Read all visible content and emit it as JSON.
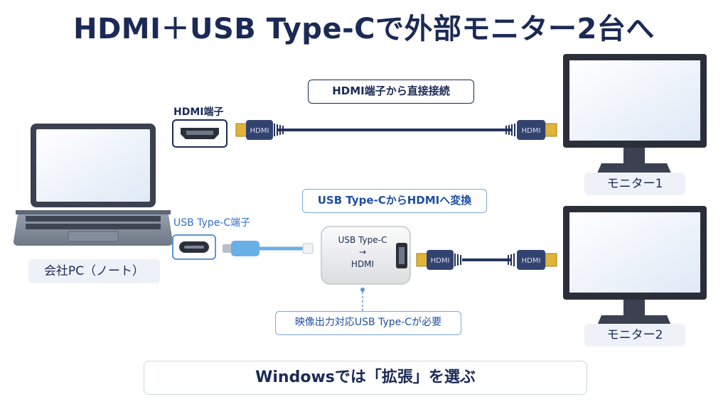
{
  "title": "HDMI＋USB Type-Cで外部モニター2台へ",
  "hdmi_port_label": "HDMI端子",
  "usbc_port_label": "USB Type-C端子",
  "hdmi_direct_label": "HDMI端子から直接接続",
  "usbc_convert_label": "USB Type-CからHDMIへ変換",
  "adapter": {
    "line1": "USB Type-C",
    "line2": "→",
    "line3": "HDMI"
  },
  "requirement_note": "映像出力対応USB Type-Cが必要",
  "connector_text": "HDMI",
  "laptop_label": "会社PC（ノート）",
  "monitor1_label": "モニター1",
  "monitor2_label": "モニター2",
  "footer_instruction": "Windowsでは「拡張」を選ぶ",
  "colors": {
    "navy": "#1b2a55",
    "accent_blue": "#2f6fce",
    "cable_navy": "#26335f",
    "usb_cable": "#6aaee8",
    "gold": "#e0b43a"
  }
}
